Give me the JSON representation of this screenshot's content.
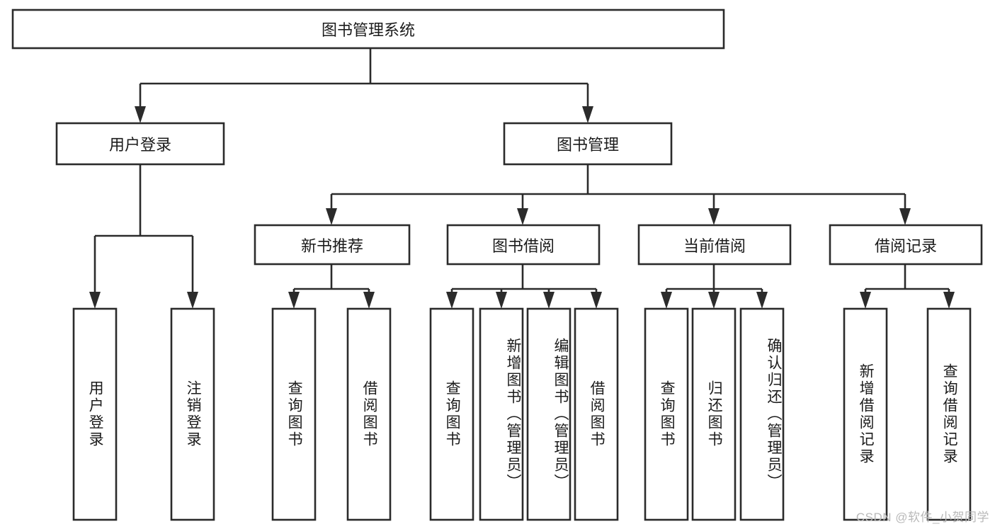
{
  "diagram": {
    "type": "tree-hierarchy",
    "title": "图书管理系统",
    "watermark": "CSDN @软件_小贺同学",
    "colors": {
      "background": "#ffffff",
      "stroke": "#2b2b2b",
      "text": "#1b1b1b",
      "watermark": "#b9b9b9"
    },
    "nodes": {
      "root": {
        "label": "图书管理系统"
      },
      "level2": [
        {
          "id": "user-login",
          "label": "用户登录"
        },
        {
          "id": "book-manage",
          "label": "图书管理"
        }
      ],
      "level3": [
        {
          "id": "new-book-recommend",
          "label": "新书推荐"
        },
        {
          "id": "book-borrow",
          "label": "图书借阅"
        },
        {
          "id": "current-borrow",
          "label": "当前借阅"
        },
        {
          "id": "borrow-record",
          "label": "借阅记录"
        }
      ],
      "leaves": {
        "user_login": [
          {
            "id": "leaf-user-login",
            "label": "用户登录"
          },
          {
            "id": "leaf-logout",
            "label": "注销登录"
          }
        ],
        "new_book_recommend": [
          {
            "id": "leaf-query-book-1",
            "label": "查询图书"
          },
          {
            "id": "leaf-borrow-book-1",
            "label": "借阅图书"
          }
        ],
        "book_borrow": [
          {
            "id": "leaf-query-book-2",
            "label": "查询图书"
          },
          {
            "id": "leaf-add-book",
            "label": "新增图书（管理员）"
          },
          {
            "id": "leaf-edit-book",
            "label": "编辑图书（管理员）"
          },
          {
            "id": "leaf-borrow-book-2",
            "label": "借阅图书"
          }
        ],
        "current_borrow": [
          {
            "id": "leaf-query-book-3",
            "label": "查询图书"
          },
          {
            "id": "leaf-return-book",
            "label": "归还图书"
          },
          {
            "id": "leaf-confirm-return",
            "label": "确认归还（管理员）"
          }
        ],
        "borrow_record": [
          {
            "id": "leaf-add-record",
            "label": "新增借阅记录"
          },
          {
            "id": "leaf-query-record",
            "label": "查询借阅记录"
          }
        ]
      }
    }
  }
}
